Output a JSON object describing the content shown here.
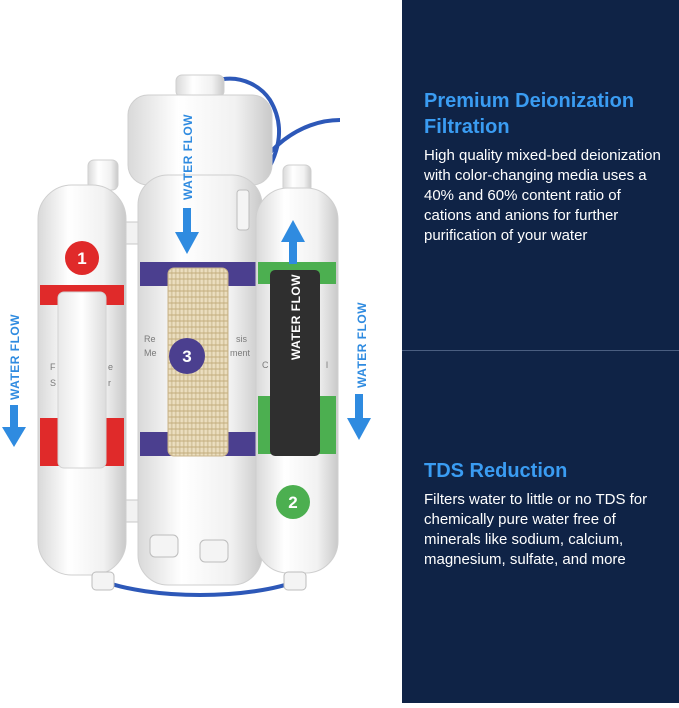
{
  "colors": {
    "panel_bg": "#0f2346",
    "heading": "#3a9cf2",
    "body_text": "#ffffff",
    "flow_arrow": "#2f8be0",
    "stage1": "#e02a2a",
    "stage2": "#4caf50",
    "stage3": "#4b3f8f"
  },
  "features": [
    {
      "heading": "Premium Deionization Filtration",
      "body": "High quality mixed-bed deionization with color-changing media uses a 40% and 60% content ratio of cations and anions for further purification of your water"
    },
    {
      "heading": "TDS Reduction",
      "body": "Filters water to little or no TDS for chemically pure water free of minerals like sodium, calcium, magnesium, sulfate, and more"
    }
  ],
  "image": {
    "flow_label": "WATER FLOW",
    "stage_numbers": [
      "1",
      "2",
      "3"
    ],
    "label_fragments": {
      "stage1_a": "F",
      "stage1_b": "e",
      "stage1_c": "S",
      "stage1_d": "r",
      "stage3_a": "Re",
      "stage3_b": "sis",
      "stage3_c": "Me",
      "stage3_d": "ment",
      "stage2_a": "C",
      "stage2_b": "l"
    }
  }
}
